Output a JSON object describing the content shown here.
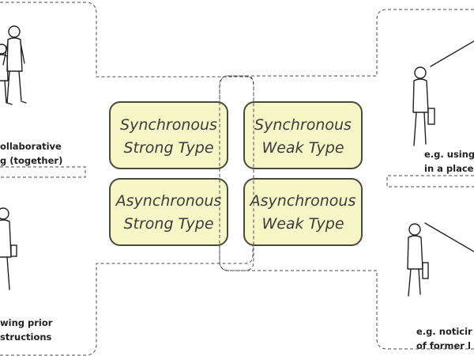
{
  "quadrants": {
    "sync_strong": {
      "line1": "Synchronous",
      "line2": "Strong Type"
    },
    "sync_weak": {
      "line1": "Synchronous",
      "line2": "Weak Type"
    },
    "async_strong": {
      "line1": "Asynchronous",
      "line2": "Strong Type"
    },
    "async_weak": {
      "line1": "Asynchronous",
      "line2": "Weak Type"
    }
  },
  "captions": {
    "top_left": {
      "line1": "ollaborative",
      "line2": "g (together)"
    },
    "bottom_left": {
      "line1": "wing prior",
      "line2": "structions"
    },
    "top_right": {
      "line1": "e.g. using",
      "line2": "in a place"
    },
    "bottom_right": {
      "line1": "e.g. noticir",
      "line2": "of former l"
    }
  },
  "colors": {
    "box_fill": "#f7f6c7",
    "box_stroke": "#4a4a3a",
    "dashed_line": "#4a4a4a"
  }
}
